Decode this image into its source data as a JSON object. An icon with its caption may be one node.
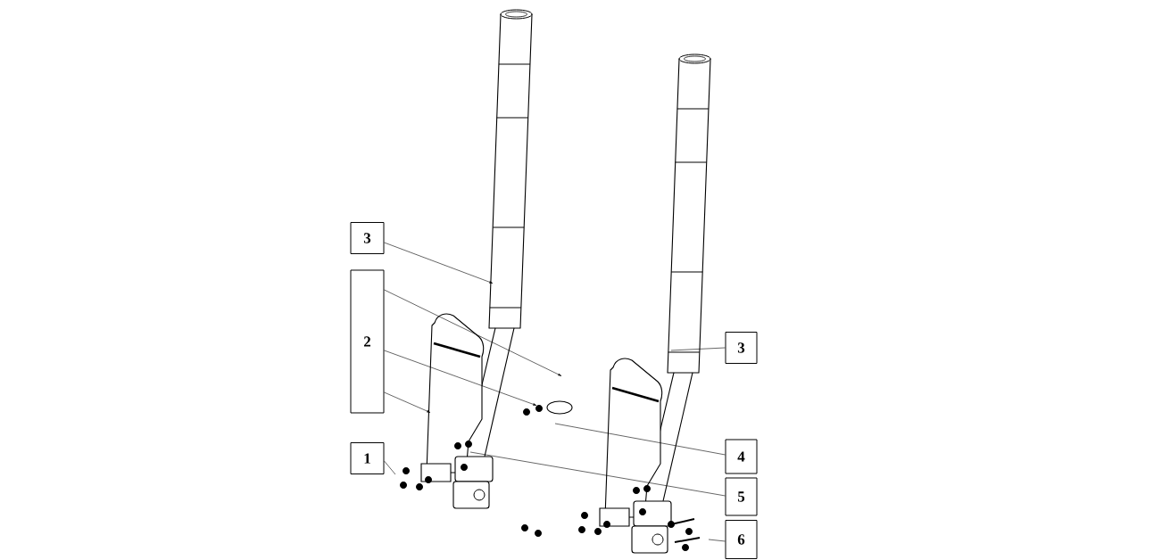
{
  "diagram": {
    "nodes": [
      {
        "text": [
          "3"
        ]
      },
      {
        "text": [
          "2"
        ]
      },
      {
        "text": [
          "1"
        ]
      },
      {
        "text": [
          "3"
        ]
      },
      {
        "text": [
          "4"
        ]
      },
      {
        "text": [
          "5"
        ]
      },
      {
        "text": [
          "6"
        ]
      }
    ],
    "edges": [
      {
        "from": 0,
        "to": null,
        "arrow": "to"
      },
      {
        "from": 1,
        "to": null,
        "arrow": "to"
      },
      {
        "from": 1,
        "to": null,
        "arrow": "to"
      },
      {
        "from": 1,
        "to": null,
        "arrow": "to"
      },
      {
        "from": 2,
        "to": null,
        "arrow": "none"
      },
      {
        "from": 3,
        "to": null,
        "arrow": "none"
      },
      {
        "from": 4,
        "to": null,
        "arrow": "none"
      },
      {
        "from": 5,
        "to": null,
        "arrow": "none"
      },
      {
        "from": 6,
        "to": null,
        "arrow": "none"
      }
    ]
  }
}
